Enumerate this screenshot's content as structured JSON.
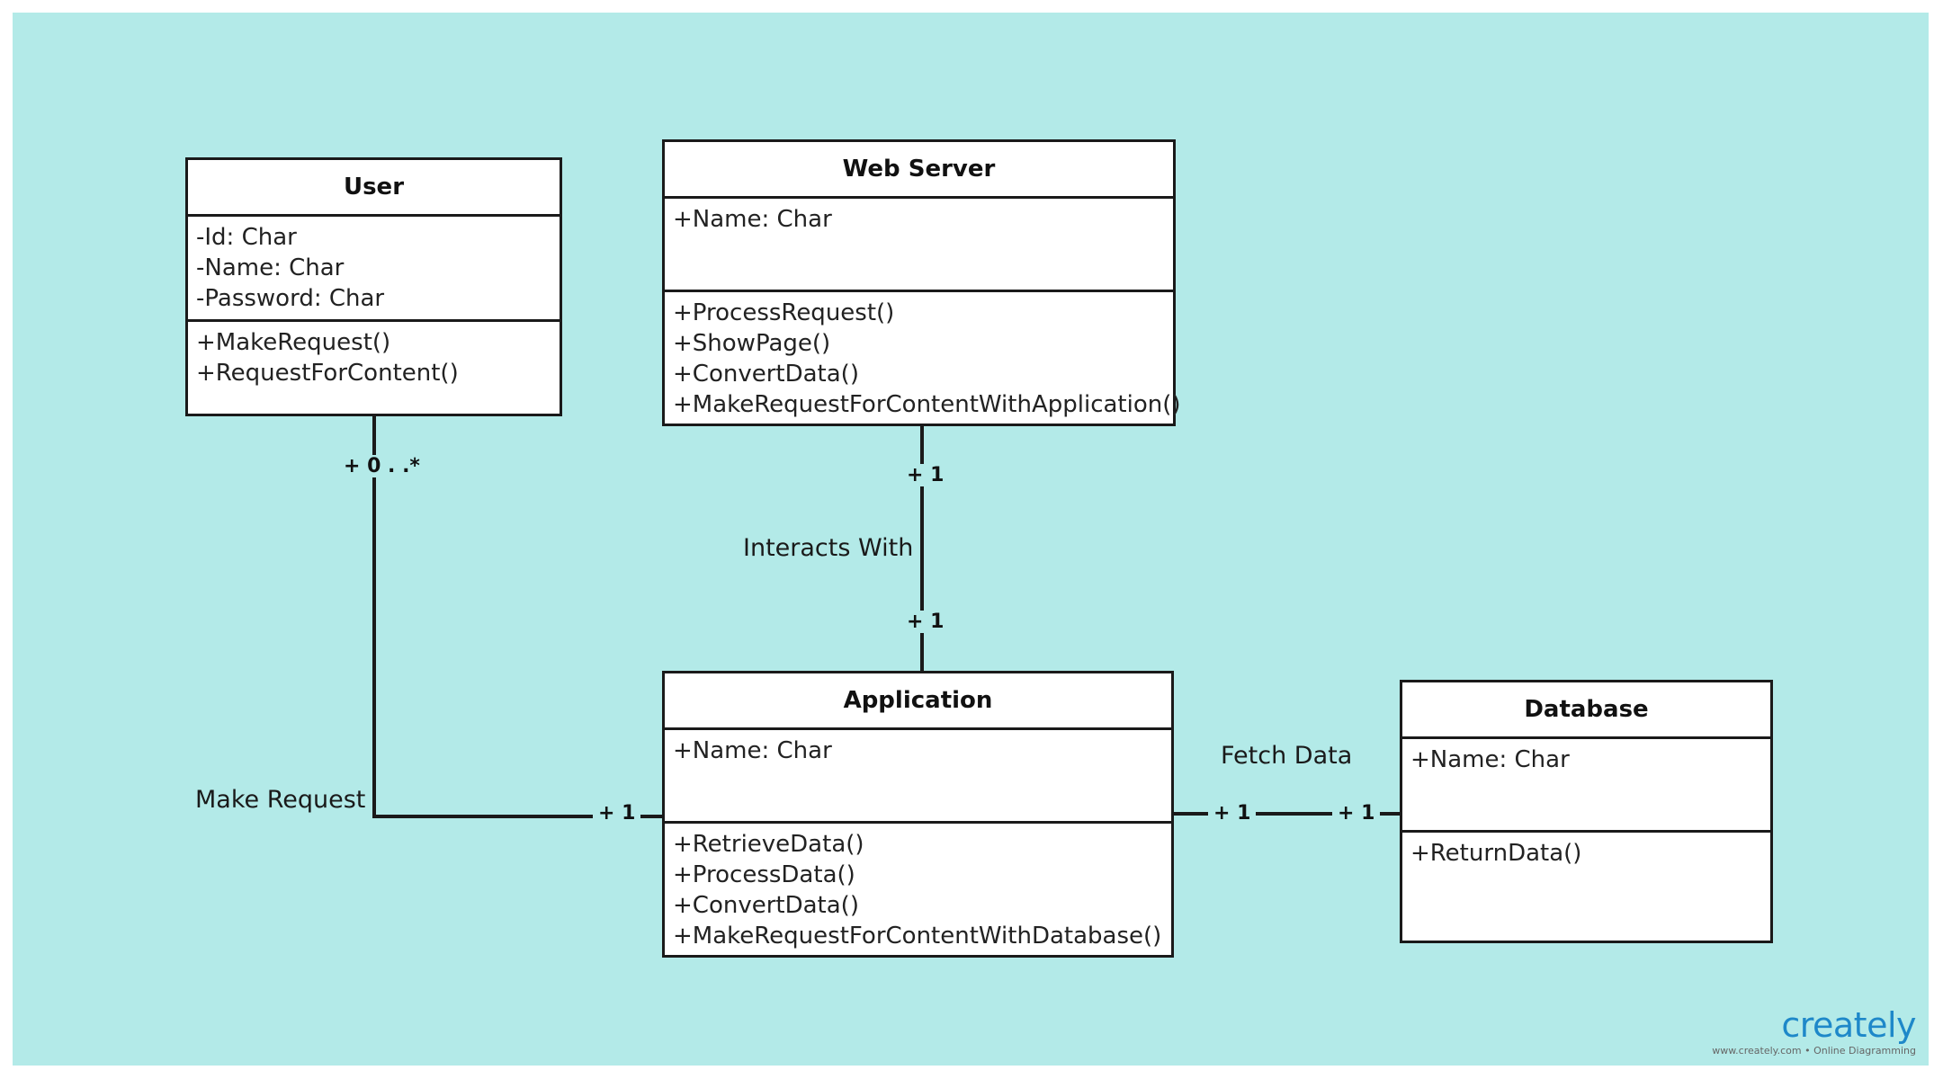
{
  "colors": {
    "background": "#b3eae8",
    "box_fill": "#ffffff",
    "line": "#1a1a1a",
    "logo": "#1e88c9"
  },
  "classes": {
    "user": {
      "name": "User",
      "attributes": [
        "-Id: Char",
        "-Name: Char",
        "-Password: Char"
      ],
      "methods": [
        "+MakeRequest()",
        "+RequestForContent()"
      ]
    },
    "web_server": {
      "name": "Web Server",
      "attributes": [
        "+Name: Char"
      ],
      "methods": [
        "+ProcessRequest()",
        "+ShowPage()",
        "+ConvertData()",
        "+MakeRequestForContentWithApplication()"
      ]
    },
    "application": {
      "name": "Application",
      "attributes": [
        "+Name: Char"
      ],
      "methods": [
        "+RetrieveData()",
        "+ProcessData()",
        "+ConvertData()",
        "+MakeRequestForContentWithDatabase()"
      ]
    },
    "database": {
      "name": "Database",
      "attributes": [
        "+Name: Char"
      ],
      "methods": [
        "+ReturnData()"
      ]
    }
  },
  "associations": {
    "make_request": {
      "label": "Make Request",
      "mult_user": "+ 0 . .*",
      "mult_app": "+ 1"
    },
    "interacts_with": {
      "label": "Interacts With",
      "mult_server": "+ 1",
      "mult_app": "+ 1"
    },
    "fetch_data": {
      "label": "Fetch Data",
      "mult_app": "+ 1",
      "mult_db": "+ 1"
    }
  },
  "watermark": {
    "brand": "creately",
    "tagline": "www.creately.com • Online Diagramming"
  }
}
